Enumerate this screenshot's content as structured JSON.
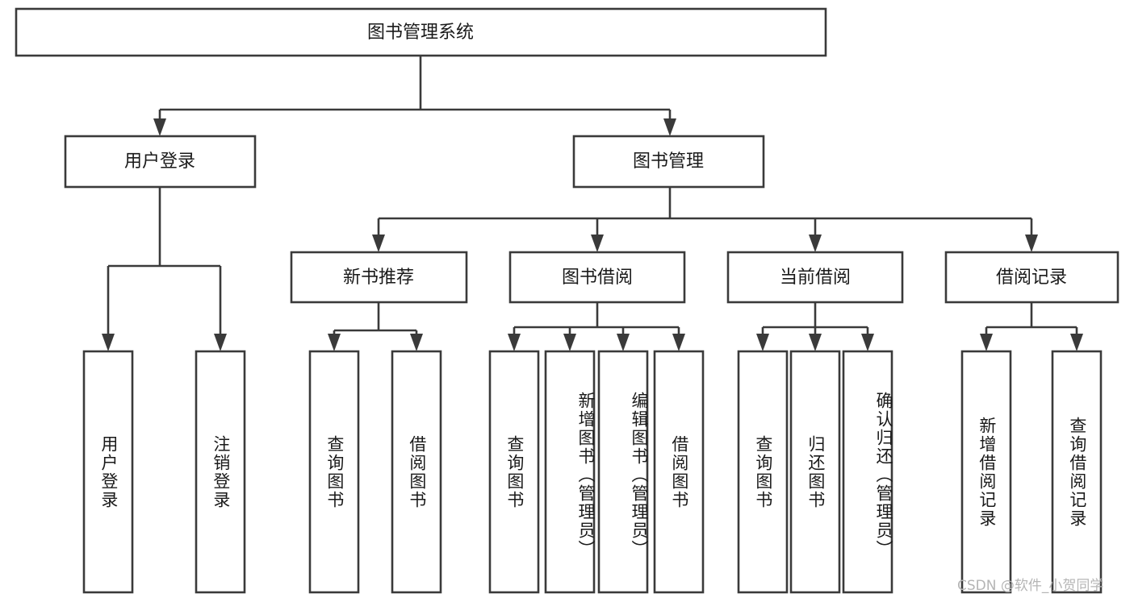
{
  "diagram": {
    "title": "图书管理系统",
    "type": "tree",
    "watermark": "CSDN @软件_小贺同学",
    "colors": {
      "stroke": "#3a3a3a",
      "box_fill": "#ffffff",
      "text": "#1a1a1a",
      "watermark": "#b5b5b5",
      "background": "#ffffff"
    },
    "levels": {
      "root": {
        "label": "图书管理系统"
      },
      "level2": [
        {
          "label": "用户登录"
        },
        {
          "label": "图书管理"
        }
      ],
      "level3": [
        {
          "label": "新书推荐"
        },
        {
          "label": "图书借阅"
        },
        {
          "label": "当前借阅"
        },
        {
          "label": "借阅记录"
        }
      ],
      "leaves": [
        {
          "label": "用户登录",
          "parent": "用户登录"
        },
        {
          "label": "注销登录",
          "parent": "用户登录"
        },
        {
          "label": "查询图书",
          "parent": "新书推荐"
        },
        {
          "label": "借阅图书",
          "parent": "新书推荐"
        },
        {
          "label": "查询图书",
          "parent": "图书借阅"
        },
        {
          "label": "新增图书（管理员）",
          "parent": "图书借阅"
        },
        {
          "label": "编辑图书（管理员）",
          "parent": "图书借阅"
        },
        {
          "label": "借阅图书",
          "parent": "图书借阅"
        },
        {
          "label": "查询图书",
          "parent": "当前借阅"
        },
        {
          "label": "归还图书",
          "parent": "当前借阅"
        },
        {
          "label": "确认归还（管理员）",
          "parent": "当前借阅"
        },
        {
          "label": "新增借阅记录",
          "parent": "借阅记录"
        },
        {
          "label": "查询借阅记录",
          "parent": "借阅记录"
        }
      ]
    }
  }
}
